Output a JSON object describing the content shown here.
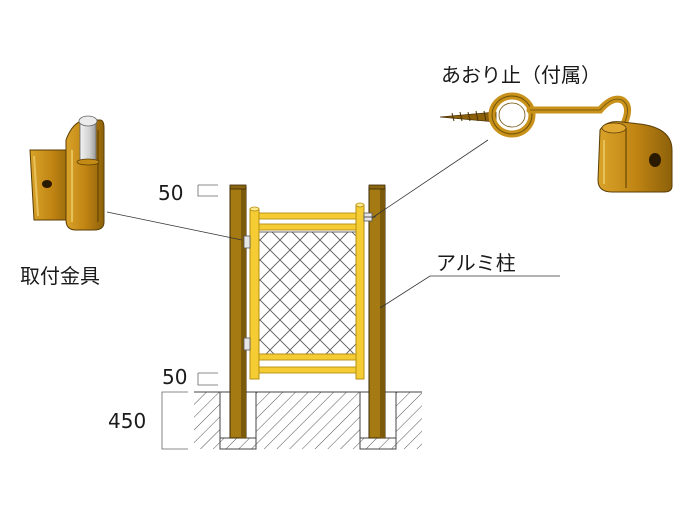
{
  "labels": {
    "hinge": "取付金具",
    "hook": "あおり止（付属）",
    "post": "アルミ柱"
  },
  "dimensions": {
    "top_clearance": "50",
    "bottom_clearance": "50",
    "embed_depth": "450"
  },
  "colors": {
    "post": "#a57a12",
    "post_dark": "#6e4f08",
    "gate_frame": "#f5cc33",
    "gate_frame_edge": "#b58f10",
    "hardware": "#c8921a",
    "hardware_dark": "#7a5508",
    "mesh": "#5a5a5a",
    "ground_hatch": "#555555"
  },
  "icons": {
    "hinge": "hinge-bracket-icon",
    "hook": "hook-and-eye-icon"
  }
}
